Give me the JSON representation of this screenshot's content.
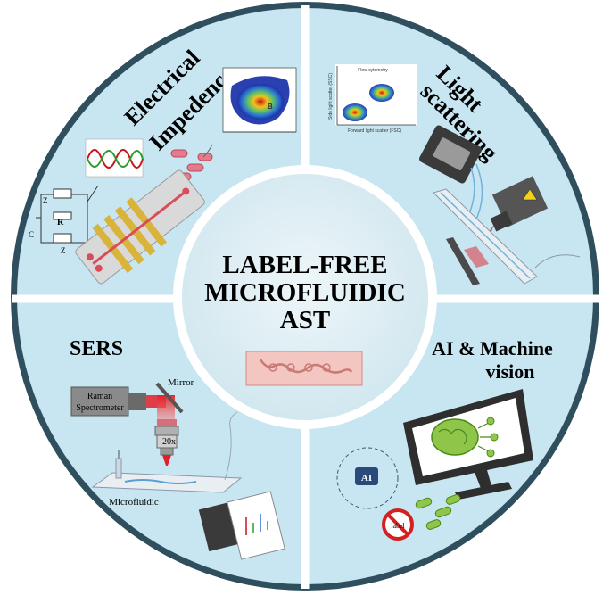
{
  "center": {
    "line1": "LABEL-FREE",
    "line2": "MICROFLUIDIC",
    "line3": "AST"
  },
  "quadrants": {
    "electrical": {
      "line1": "Electrical",
      "line2": "Impedence",
      "circuit_labels": [
        "Z",
        "R",
        "C",
        "Z"
      ],
      "plot_label": "B"
    },
    "light": {
      "line1": "Light",
      "line2": "scattering",
      "plot_title": "Flow cytometry",
      "plot_xlabel": "Forward light scatter (FSC)",
      "plot_ylabel": "Side light scatter (SSC)"
    },
    "sers": {
      "title": "SERS",
      "raman_line1": "Raman",
      "raman_line2": "Spectrometer",
      "mirror": "Mirror",
      "objective": "20x",
      "microfluidic": "Microfluidic"
    },
    "ai": {
      "line1": "AI & Machine",
      "line2": "vision",
      "chip": "AI",
      "nolabel": "label"
    }
  },
  "colors": {
    "outer_ring": "#2f4f5f",
    "disc": "#c7e6f1",
    "center": "#d8ecf3",
    "divider": "#ffffff",
    "laser": "#e0202a",
    "chip_gold": "#d9b43a",
    "monitor_green": "#8fc64a"
  }
}
